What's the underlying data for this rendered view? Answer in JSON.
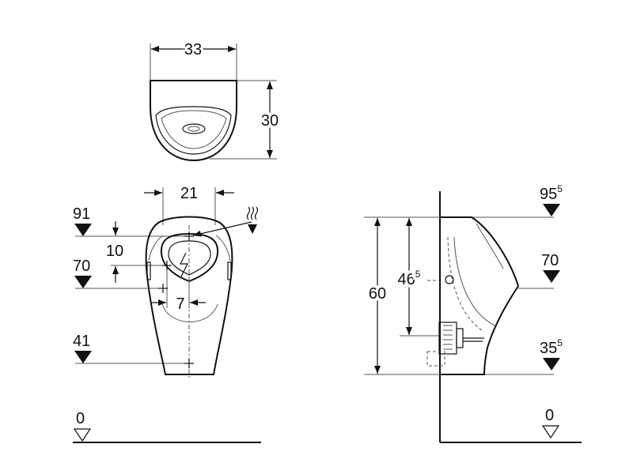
{
  "top_view": {
    "width_dim": "33",
    "depth_dim": "30"
  },
  "front_view": {
    "width_dim": "21",
    "spacing_dim": "7",
    "offset_dim": "10",
    "level_top": "91",
    "level_mid": "70",
    "level_outlet": "41",
    "level_floor": "0"
  },
  "side_view": {
    "level_top_main": "95",
    "level_top_sup": "5",
    "level_mid": "70",
    "level_bottom_main": "35",
    "level_bottom_sup": "5",
    "level_floor": "0",
    "height_dim": "60",
    "inlet_dim_main": "46",
    "inlet_dim_sup": "5"
  }
}
